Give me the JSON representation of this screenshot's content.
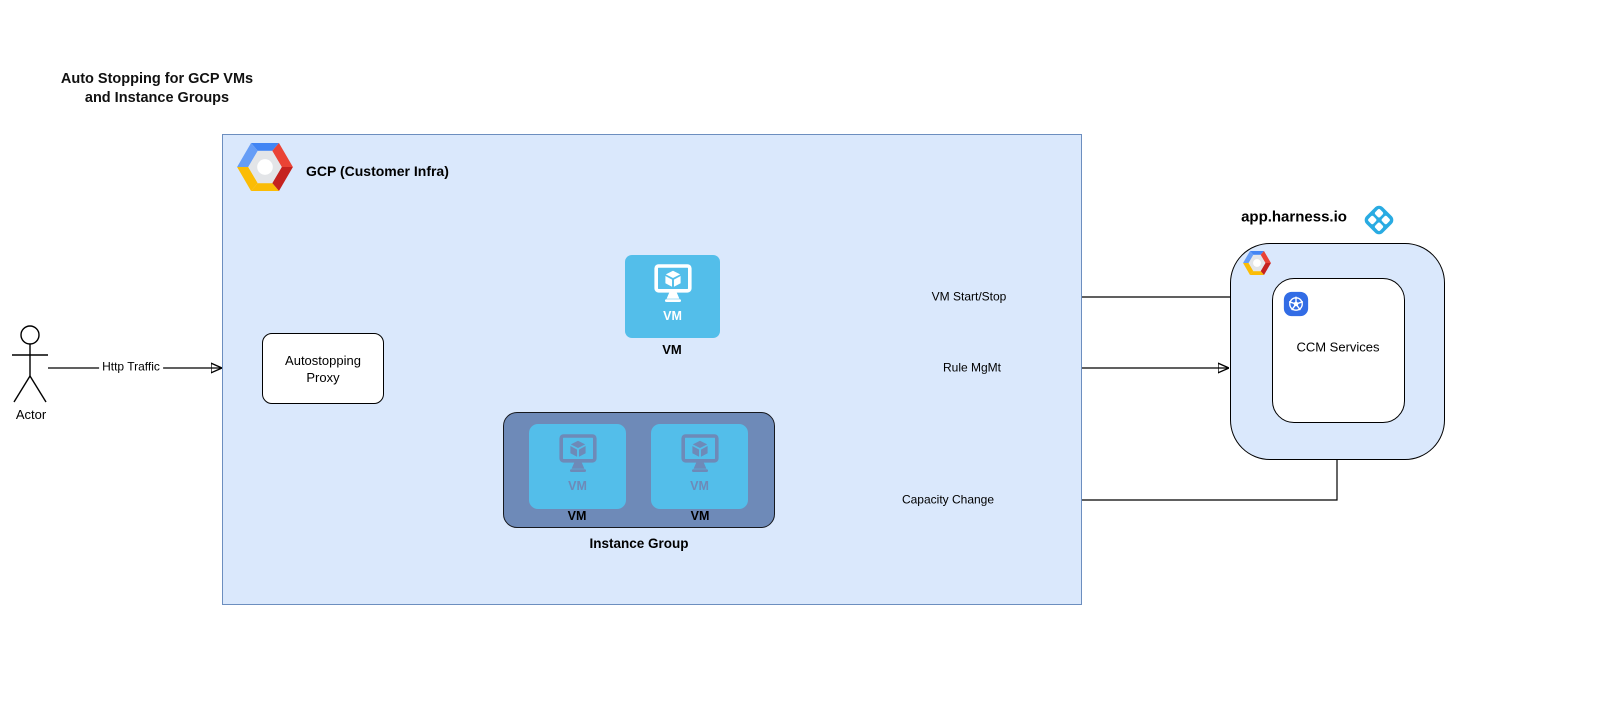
{
  "title": {
    "line1": "Auto Stopping for GCP VMs",
    "line2": "and Instance Groups"
  },
  "actor": {
    "label": "Actor"
  },
  "gcp_box": {
    "label": "GCP (Customer Infra)"
  },
  "proxy": {
    "label": "Autostopping Proxy"
  },
  "vm_node": {
    "icon_label": "VM",
    "caption": "VM"
  },
  "instance_group": {
    "caption": "Instance Group",
    "vms": [
      {
        "icon_label": "VM",
        "caption": "VM"
      },
      {
        "icon_label": "VM",
        "caption": "VM"
      }
    ]
  },
  "harness": {
    "domain": "app.harness.io",
    "ccm_label": "CCM Services"
  },
  "edges": {
    "http_traffic": "Http Traffic",
    "vm_start_stop": "VM Start/Stop",
    "rule_mgmt": "Rule MgMt",
    "capacity_change": "Capacity Change"
  },
  "icons": {
    "gcp_logo": "gcp-hexagon-logo",
    "harness_logo": "harness-diamond-logo",
    "kubernetes": "kubernetes-wheel-icon",
    "vm_monitor": "vm-monitor-cube-icon",
    "actor": "actor-stick-figure"
  },
  "colors": {
    "gcp_box_fill": "#dae8fc",
    "gcp_box_border": "#6c8ebf",
    "harness_box_fill": "#dae8fc",
    "node_blue": "#53beea",
    "instance_group_fill": "#6e8ab8",
    "harness_logo_blue": "#29abe2",
    "kubernetes_blue": "#326ce5",
    "gcp_logo_blue": "#4285f4",
    "gcp_logo_light_blue": "#669df6",
    "gcp_logo_red": "#ea4335",
    "gcp_logo_dark_red": "#c5221f",
    "gcp_logo_yellow": "#fbbc05",
    "edge_color": "#000000"
  }
}
